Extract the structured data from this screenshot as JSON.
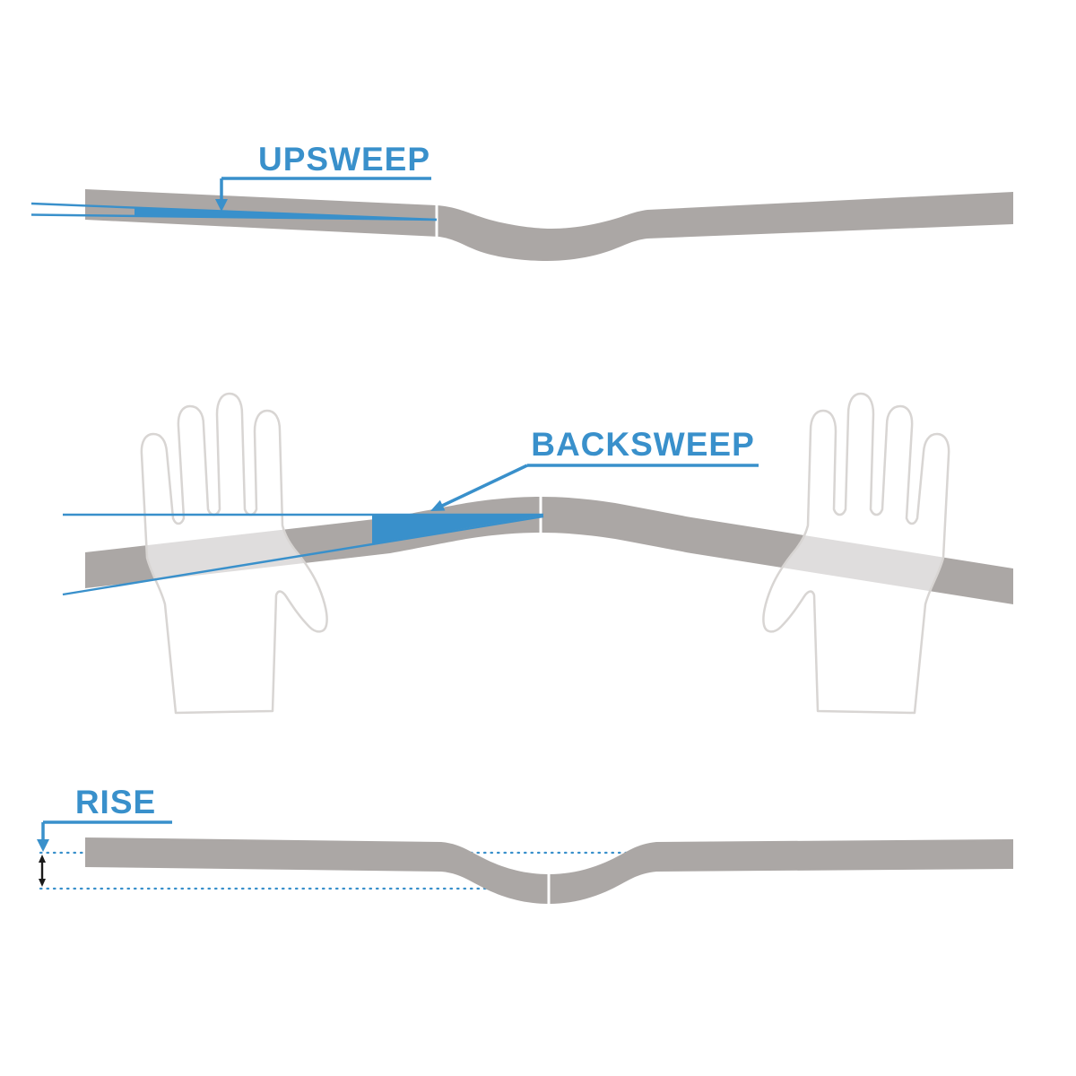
{
  "diagram": {
    "colors": {
      "accent": "#3990cb",
      "bar": "#aba7a5",
      "hand_outline": "#d8d5d3",
      "measure_arrow": "#1a1a1a"
    },
    "figures": {
      "upsweep": {
        "label": "UPSWEEP"
      },
      "backsweep": {
        "label": "BACKSWEEP"
      },
      "rise": {
        "label": "RISE"
      }
    },
    "icons": {
      "upsweep_pointer": "arrow-down",
      "backsweep_pointer": "arrow-down-left",
      "rise_pointer": "arrow-down",
      "rise_measure": "double-headed-vertical-arrow"
    }
  }
}
